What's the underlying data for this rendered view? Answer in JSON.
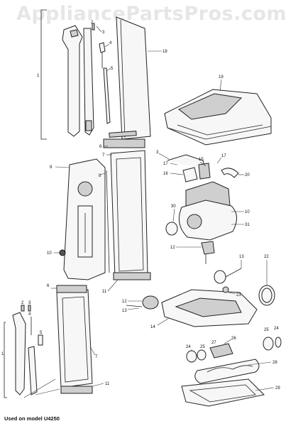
{
  "watermark": "AppliancePartsPros.com",
  "caption": "Used on model U4250",
  "callouts": [
    {
      "id": "c1a",
      "text": "1"
    },
    {
      "id": "c2a",
      "text": "2"
    },
    {
      "id": "c3a",
      "text": "3"
    },
    {
      "id": "c4a",
      "text": "4"
    },
    {
      "id": "c5a",
      "text": "5"
    },
    {
      "id": "c18",
      "text": "18"
    },
    {
      "id": "c19",
      "text": "19"
    },
    {
      "id": "c6a",
      "text": "6"
    },
    {
      "id": "c7a",
      "text": "7"
    },
    {
      "id": "c9",
      "text": "9"
    },
    {
      "id": "c8",
      "text": "8"
    },
    {
      "id": "c3b",
      "text": "3"
    },
    {
      "id": "c17a",
      "text": "17"
    },
    {
      "id": "c16",
      "text": "16"
    },
    {
      "id": "c15",
      "text": "15"
    },
    {
      "id": "c17b",
      "text": "17"
    },
    {
      "id": "c20",
      "text": "20"
    },
    {
      "id": "c30",
      "text": "30"
    },
    {
      "id": "c10a",
      "text": "10"
    },
    {
      "id": "c31",
      "text": "31"
    },
    {
      "id": "c10b",
      "text": "10"
    },
    {
      "id": "c12a",
      "text": "12"
    },
    {
      "id": "c11a",
      "text": "11"
    },
    {
      "id": "c13a",
      "text": "13"
    },
    {
      "id": "c22",
      "text": "22"
    },
    {
      "id": "c12b",
      "text": "12"
    },
    {
      "id": "c13b",
      "text": "13"
    },
    {
      "id": "c23",
      "text": "23"
    },
    {
      "id": "c14",
      "text": "14"
    },
    {
      "id": "c6b",
      "text": "6"
    },
    {
      "id": "c2b",
      "text": "2"
    },
    {
      "id": "c3c",
      "text": "3"
    },
    {
      "id": "c4b",
      "text": "4"
    },
    {
      "id": "c5b",
      "text": "5"
    },
    {
      "id": "c1b",
      "text": "1"
    },
    {
      "id": "c7b",
      "text": "7"
    },
    {
      "id": "c11b",
      "text": "11"
    },
    {
      "id": "c25",
      "text": "25"
    },
    {
      "id": "c24a",
      "text": "24"
    },
    {
      "id": "c24b",
      "text": "24"
    },
    {
      "id": "c25b",
      "text": "25"
    },
    {
      "id": "c27",
      "text": "27"
    },
    {
      "id": "c26",
      "text": "26"
    },
    {
      "id": "c28",
      "text": "28"
    },
    {
      "id": "c29",
      "text": "29"
    }
  ]
}
